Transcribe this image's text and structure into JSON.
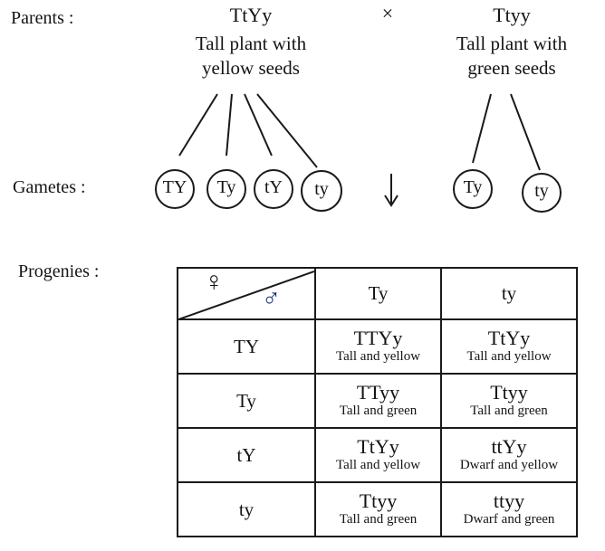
{
  "parents": {
    "label": "Parents :",
    "cross_symbol": "×",
    "parent1": {
      "genotype": "TtYy",
      "phenotype_line1": "Tall plant with",
      "phenotype_line2": "yellow seeds"
    },
    "parent2": {
      "genotype": "Ttyy",
      "phenotype_line1": "Tall plant with",
      "phenotype_line2": "green seeds"
    }
  },
  "gametes": {
    "label": "Gametes :",
    "parent1": [
      "TY",
      "Ty",
      "tY",
      "ty"
    ],
    "parent2": [
      "Ty",
      "ty"
    ],
    "arrow_icon": "down-arrow"
  },
  "progenies": {
    "label": "Progenies :",
    "corner": {
      "female_symbol": "♀",
      "male_symbol": "♂"
    },
    "columns": [
      "Ty",
      "ty"
    ],
    "rows": [
      {
        "gamete": "TY",
        "cells": [
          {
            "genotype": "TTYy",
            "phenotype": "Tall and yellow"
          },
          {
            "genotype": "TtYy",
            "phenotype": "Tall and yellow"
          }
        ]
      },
      {
        "gamete": "Ty",
        "cells": [
          {
            "genotype": "TTyy",
            "phenotype": "Tall and green"
          },
          {
            "genotype": "Ttyy",
            "phenotype": "Tall and green"
          }
        ]
      },
      {
        "gamete": "tY",
        "cells": [
          {
            "genotype": "TtYy",
            "phenotype": "Tall and yellow"
          },
          {
            "genotype": "ttYy",
            "phenotype": "Dwarf and yellow"
          }
        ]
      },
      {
        "gamete": "ty",
        "cells": [
          {
            "genotype": "Ttyy",
            "phenotype": "Tall and green"
          },
          {
            "genotype": "ttyy",
            "phenotype": "Dwarf and green"
          }
        ]
      }
    ]
  }
}
